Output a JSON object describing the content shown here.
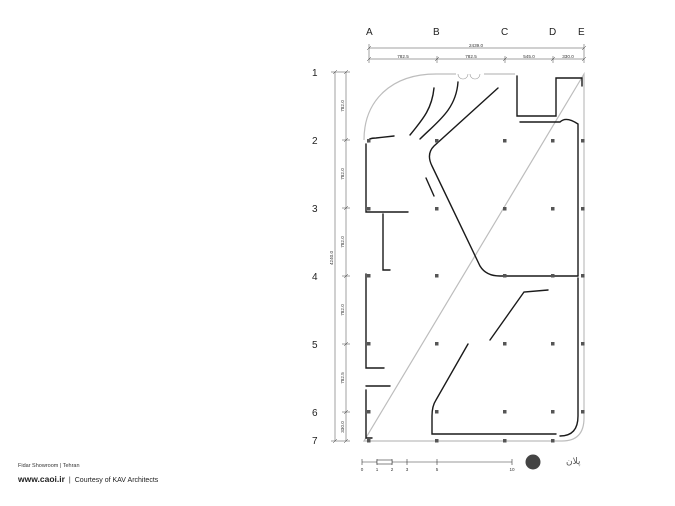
{
  "grid": {
    "letters": [
      "A",
      "B",
      "C",
      "D",
      "E"
    ],
    "numbers": [
      "1",
      "2",
      "3",
      "4",
      "5",
      "6",
      "7"
    ]
  },
  "dimensions": {
    "horizontal_total": "2439.0",
    "horizontal": [
      "782.5",
      "782.5",
      "545.0",
      "330.0"
    ],
    "vertical_total": "4240.0",
    "vertical": [
      "782.0",
      "782.0",
      "782.0",
      "782.0",
      "782.5",
      "330.0"
    ]
  },
  "scale_bar": {
    "labels": [
      "0",
      "1",
      "2",
      "3",
      "5",
      "10"
    ]
  },
  "north_label": "پلان",
  "caption": {
    "project": "Fidar Showroom | Tehran",
    "site": "www.caoi.ir",
    "separator": "|",
    "courtesy": "Courtesy of KAV Architects"
  },
  "colors": {
    "line": "#1a1a1a",
    "outline": "#bdbdbd",
    "column": "#555555",
    "text": "#222222"
  }
}
